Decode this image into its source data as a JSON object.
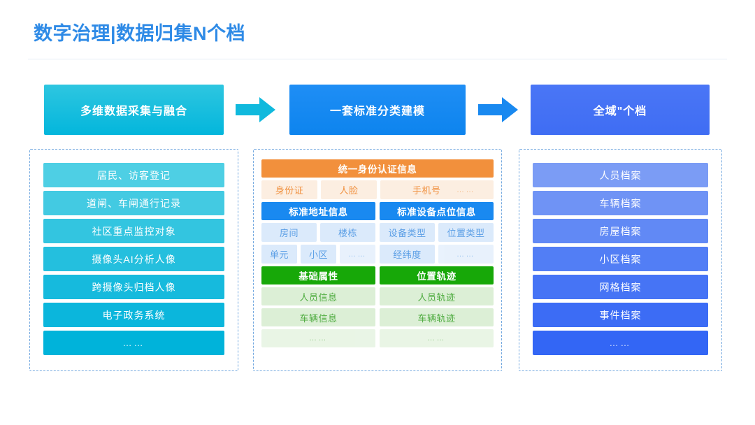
{
  "title": "数字治理|数据归集N个档",
  "headers": [
    {
      "label": "多维数据采集与融合",
      "color": "#03b6dc"
    },
    {
      "label": "一套标准分类建模",
      "color": "#1989f0"
    },
    {
      "label": "全域\"个档",
      "color": "#3f6df3"
    }
  ],
  "arrows": [
    {
      "name": "arrow-right-1",
      "color": "#10b9dd"
    },
    {
      "name": "arrow-right-2",
      "color": "#1989f0"
    }
  ],
  "left_panel": {
    "items": [
      "居民、访客登记",
      "道闸、车闸通行记录",
      "社区重点监控对象",
      "摄像头AI分析人像",
      "跨摄像头归档人像",
      "电子政务系统",
      "……"
    ],
    "gradient_from": "#4ecfe4",
    "gradient_to": "#00b3da"
  },
  "middle_panel": {
    "groups": [
      {
        "name": "identity",
        "head": "统一身份认证信息",
        "head_color": "#f2903c",
        "full_width": true,
        "rows": [
          [
            "身份证",
            "人脸",
            "手机号",
            "……"
          ]
        ]
      },
      {
        "name": "address",
        "head": "标准地址信息",
        "head_color": "#1989f0",
        "rows": [
          [
            "房间",
            "楼栋"
          ],
          [
            "单元",
            "小区",
            "……"
          ]
        ]
      },
      {
        "name": "device",
        "head": "标准设备点位信息",
        "head_color": "#1989f0",
        "rows": [
          [
            "设备类型",
            "位置类型"
          ],
          [
            "经纬度",
            "……"
          ]
        ]
      },
      {
        "name": "basic-attributes",
        "head": "基础属性",
        "head_color": "#17a808",
        "rows": [
          [
            "人员信息"
          ],
          [
            "车辆信息"
          ],
          [
            "……"
          ]
        ]
      },
      {
        "name": "location-track",
        "head": "位置轨迹",
        "head_color": "#17a808",
        "rows": [
          [
            "人员轨迹"
          ],
          [
            "车辆轨迹"
          ],
          [
            "……"
          ]
        ]
      }
    ]
  },
  "right_panel": {
    "items": [
      "人员档案",
      "车辆档案",
      "房屋档案",
      "小区档案",
      "网格档案",
      "事件档案",
      "……"
    ],
    "gradient_from": "#7b9cf5",
    "gradient_to": "#3366f5"
  }
}
